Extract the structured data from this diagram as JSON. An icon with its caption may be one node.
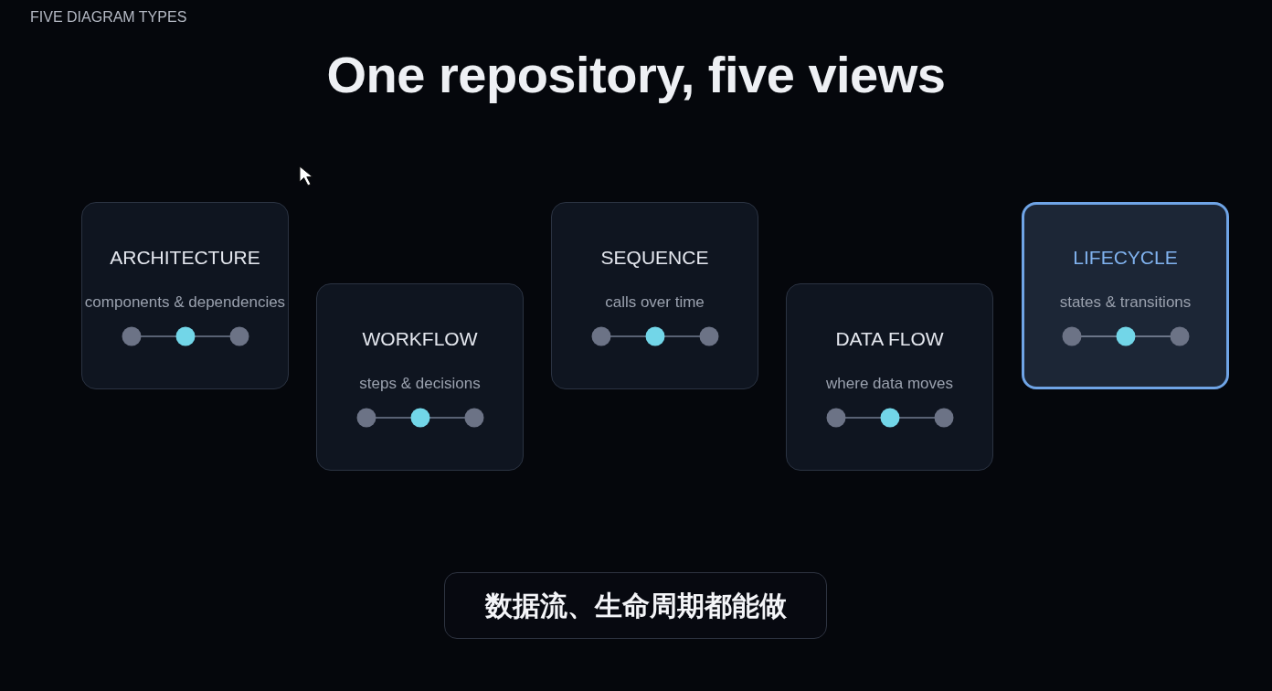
{
  "diagram": {
    "title": "One repository, five views",
    "caption": "数据流、生命周期都能做",
    "nodes": [
      {
        "text": [
          "ARCHITECTURE",
          "components & dependencies"
        ]
      },
      {
        "text": [
          "WORKFLOW",
          "steps & decisions"
        ]
      },
      {
        "text": [
          "SEQUENCE",
          "calls over time"
        ]
      },
      {
        "text": [
          "DATA FLOW",
          "where data moves"
        ]
      },
      {
        "text": [
          "LIFECYCLE",
          "states & transitions"
        ]
      }
    ],
    "labels": [
      "FIVE DIAGRAM TYPES"
    ]
  }
}
